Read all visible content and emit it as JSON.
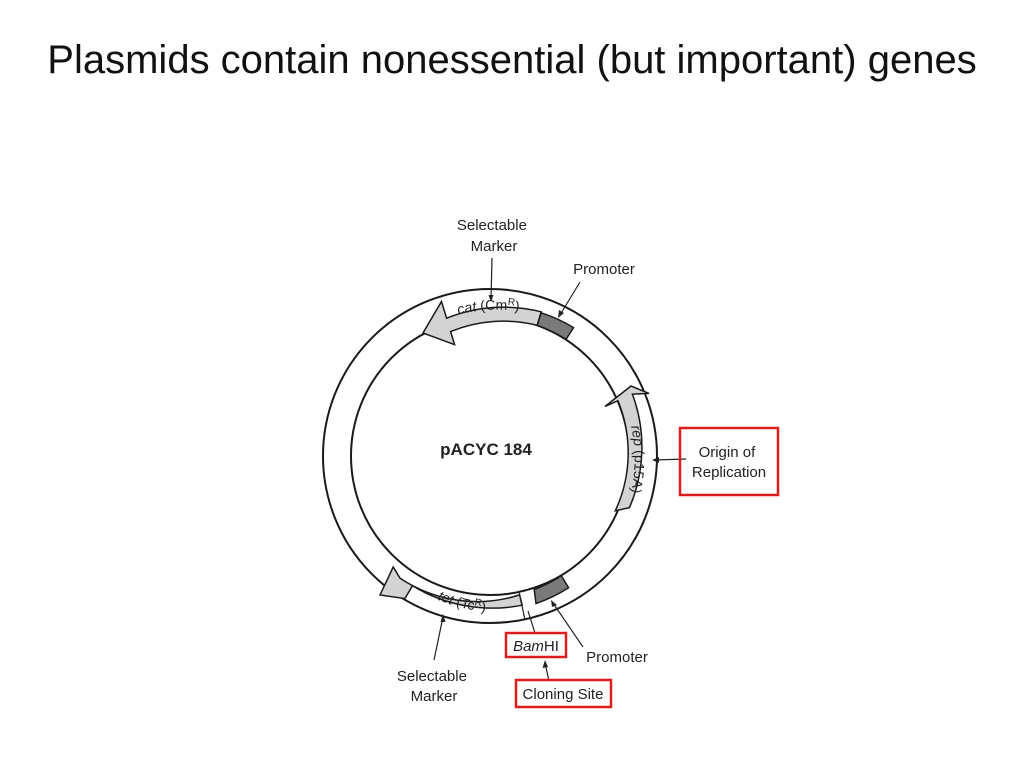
{
  "slide": {
    "title": "Plasmids contain nonessential (but important) genes"
  },
  "diagram": {
    "plasmid_name": "pACYC 184",
    "labels": {
      "selectable_marker_top": [
        "Selectable",
        "Marker"
      ],
      "promoter_top": "Promoter",
      "origin": [
        "Origin of",
        "Replication"
      ],
      "bamhi_italic": "Bam",
      "bamhi_rest": "HI",
      "promoter_bottom": "Promoter",
      "selectable_marker_bottom": [
        "Selectable",
        "Marker"
      ],
      "cloning_site": "Cloning Site"
    },
    "genes": {
      "cat_italic": "cat",
      "cat_rest": " (Cm",
      "cat_sup": "R",
      "cat_close": ")",
      "rep_italic": "rep",
      "rep_rest": " (p15A)",
      "tet_italic": "tet",
      "tet_rest": " (Tc",
      "tet_sup": "R",
      "tet_close": ")"
    },
    "colors": {
      "highlight": "#e01b1b",
      "gene_fill": "#d3d3d3",
      "promoter_fill": "#7a7a7a"
    }
  }
}
